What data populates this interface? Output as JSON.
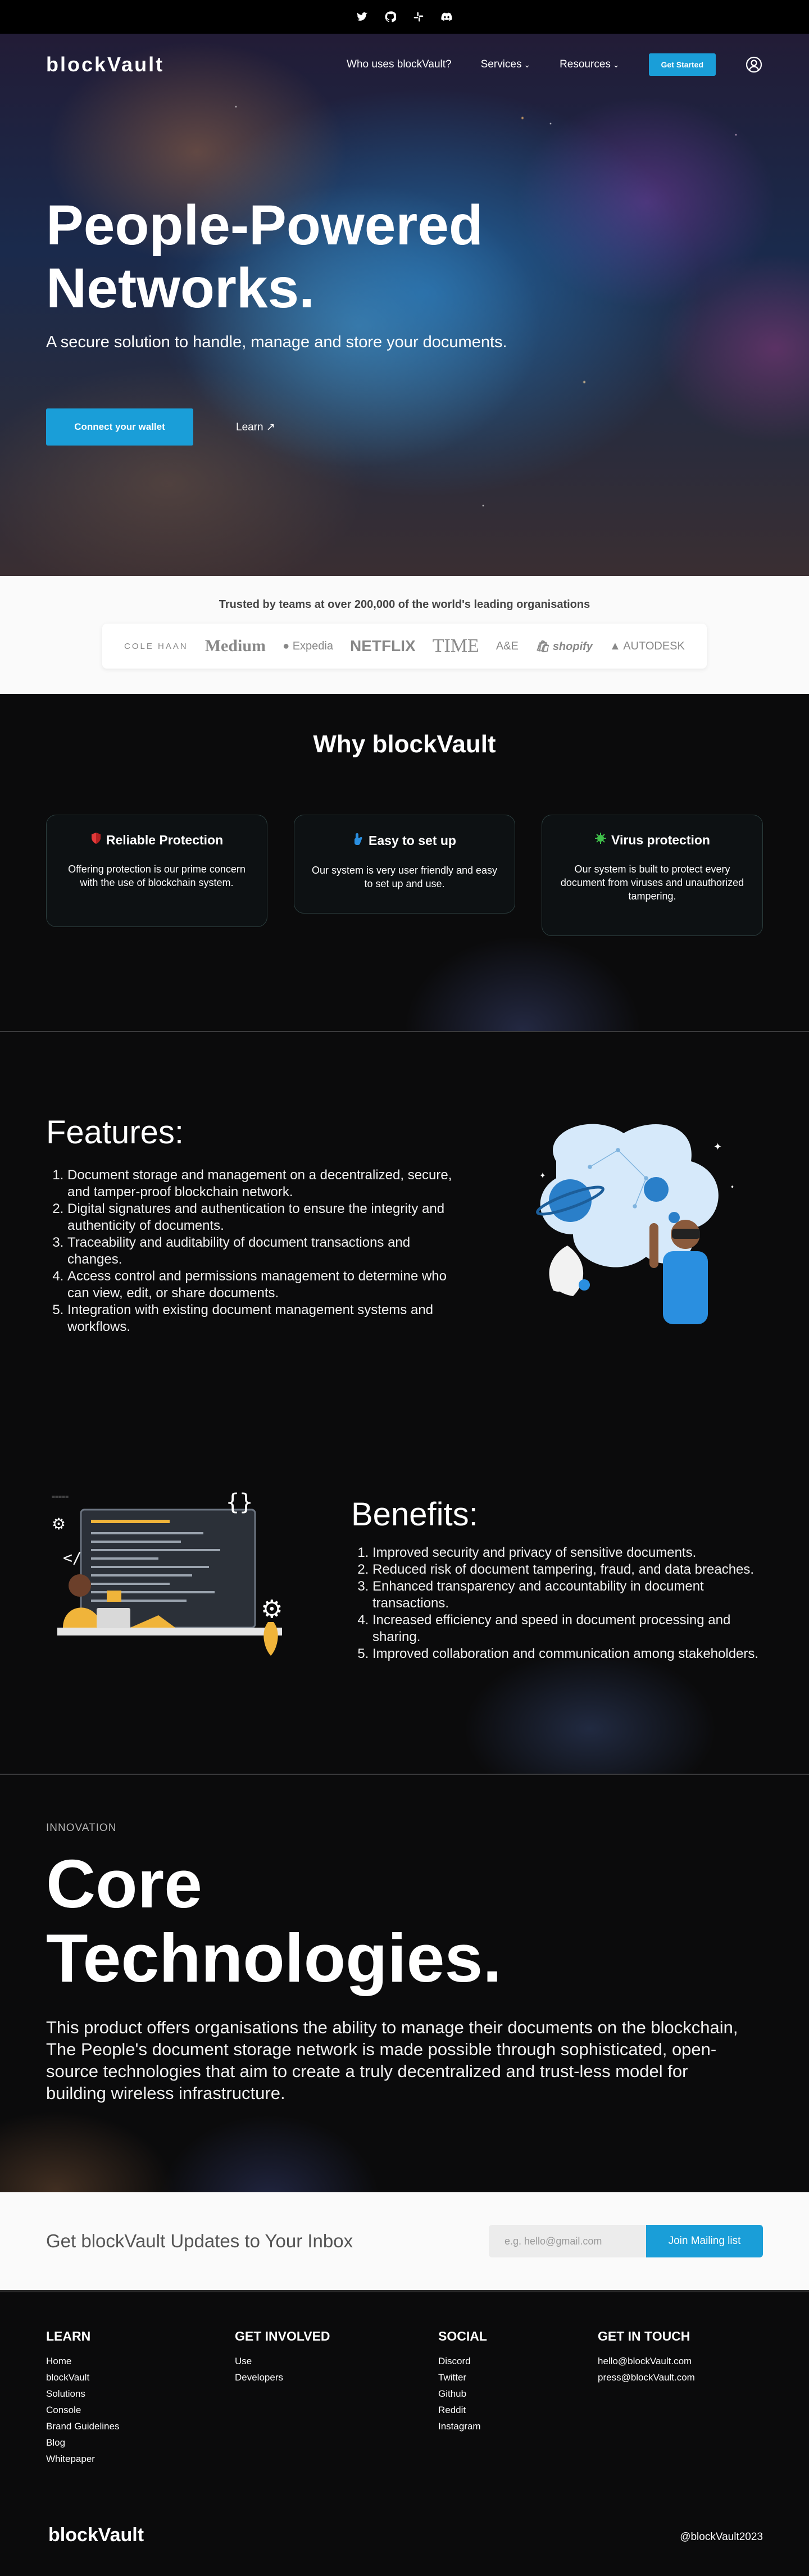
{
  "social_icons": [
    "twitter-icon",
    "github-icon",
    "slack-icon",
    "discord-icon"
  ],
  "brand": "blockVault",
  "nav": {
    "who_uses": "Who uses blockVault?",
    "services": "Services",
    "resources": "Resources",
    "get_started": "Get Started",
    "profile_icon": "user-circle-icon"
  },
  "hero": {
    "title_line1": "People-Powered",
    "title_line2": "Networks.",
    "subtitle": "A secure solution to handle, manage and store your documents.",
    "connect_wallet": "Connect your wallet",
    "learn": "Learn",
    "learn_icon": "arrow-up-right-icon"
  },
  "trusted": {
    "title": "Trusted by teams at over 200,000 of the world's leading organisations",
    "logos": [
      "COLE HAAN",
      "Medium",
      "Expedia",
      "NETFLIX",
      "TIME",
      "A&E",
      "shopify",
      "AUTODESK"
    ]
  },
  "why": {
    "title": "Why blockVault",
    "cards": [
      {
        "icon": "shield-icon",
        "title": "Reliable Protection",
        "desc": "Offering protection is our prime concern with the use of blockchain system."
      },
      {
        "icon": "hand-icon",
        "title": "Easy to set up",
        "desc": "Our system is very user friendly and easy to set up and use."
      },
      {
        "icon": "virus-icon",
        "title": "Virus protection",
        "desc": "Our system is built to protect every document from viruses and unauthorized tampering."
      }
    ]
  },
  "features": {
    "title": "Features:",
    "items": [
      "Document storage and management on a decentralized, secure, and tamper-proof blockchain network.",
      "Digital signatures and authentication to ensure the integrity and authenticity of documents.",
      "Traceability and auditability of document transactions and changes.",
      "Access control and permissions management to determine who can view, edit, or share documents.",
      "Integration with existing document management systems and workflows."
    ]
  },
  "benefits": {
    "title": "Benefits:",
    "items": [
      "Improved security and privacy of sensitive documents.",
      "Reduced risk of document tampering, fraud, and data breaches.",
      "Enhanced transparency and accountability in document transactions.",
      "Increased efficiency and speed in document processing and sharing.",
      "Improved collaboration and communication among stakeholders."
    ]
  },
  "core": {
    "eyebrow": "INNOVATION",
    "title_line1": "Core",
    "title_line2": "Technologies.",
    "body": "This product offers organisations the ability to manage their documents on the blockchain, The People's document storage network is made possible through sophisticated, open-source technologies that aim to create a truly decentralized and trust-less model for building wireless infrastructure."
  },
  "newsletter": {
    "title": "Get blockVault Updates to Your Inbox",
    "placeholder": "e.g. hello@gmail.com",
    "button": "Join Mailing list"
  },
  "footer": {
    "columns": [
      {
        "title": "LEARN",
        "links": [
          "Home",
          "blockVault",
          "Solutions",
          "Console",
          "Brand Guidelines",
          "Blog",
          "Whitepaper"
        ]
      },
      {
        "title": "GET INVOLVED",
        "links": [
          "Use",
          "Developers"
        ]
      },
      {
        "title": "SOCIAL",
        "links": [
          "Discord",
          "Twitter",
          "Github",
          "Reddit",
          "Instagram"
        ]
      },
      {
        "title": "GET IN TOUCH",
        "links": [
          "hello@blockVault.com",
          "press@blockVault.com"
        ]
      }
    ],
    "logo": "blockVault",
    "copyright": "@blockVault2023"
  },
  "colors": {
    "accent": "#1a9ed8",
    "background": "#0b0b0c",
    "light_section": "#fafafa"
  }
}
